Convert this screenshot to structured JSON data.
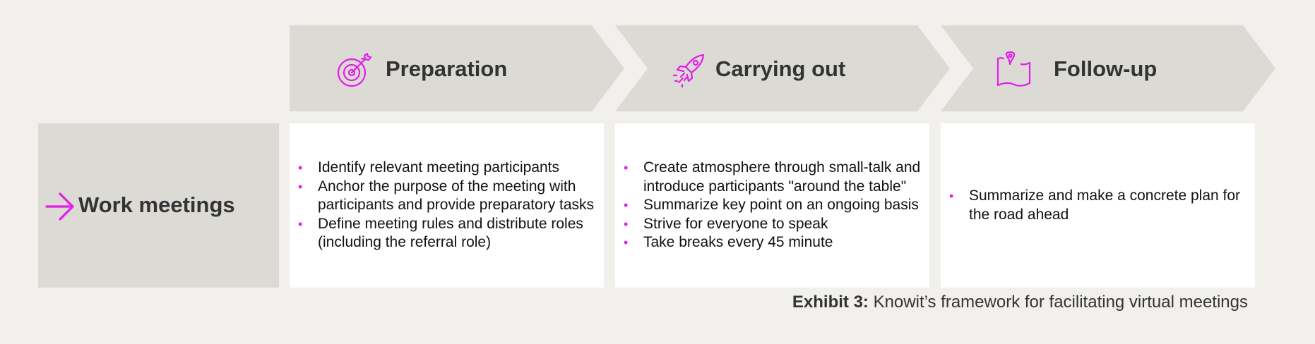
{
  "colors": {
    "accent": "#e21ee8",
    "chevron_fill": "#dcdad4",
    "background": "#f1f0ed",
    "cell_fill": "#ffffff",
    "text": "#333333"
  },
  "phases": [
    {
      "title": "Preparation",
      "icon": "target-icon"
    },
    {
      "title": "Carrying out",
      "icon": "rocket-icon"
    },
    {
      "title": "Follow-up",
      "icon": "map-pin-icon"
    }
  ],
  "row": {
    "title": "Work meetings",
    "icon": "arrow-right-icon",
    "cells": [
      {
        "items": [
          "Identify relevant meeting participants",
          "Anchor the purpose of the meeting with participants and provide preparatory tasks",
          "Define meeting rules and distribute roles (including the referral role)"
        ]
      },
      {
        "items": [
          "Create atmosphere through small-talk and introduce participants \"around the table\"",
          "Summarize key point on an ongoing basis",
          "Strive for everyone to speak",
          "Take breaks every 45 minute"
        ]
      },
      {
        "items": [
          "Summarize and make a concrete plan for the road ahead"
        ]
      }
    ]
  },
  "caption": {
    "label": "Exhibit 3:",
    "text": " Knowit’s framework for facilitating virtual meetings"
  }
}
